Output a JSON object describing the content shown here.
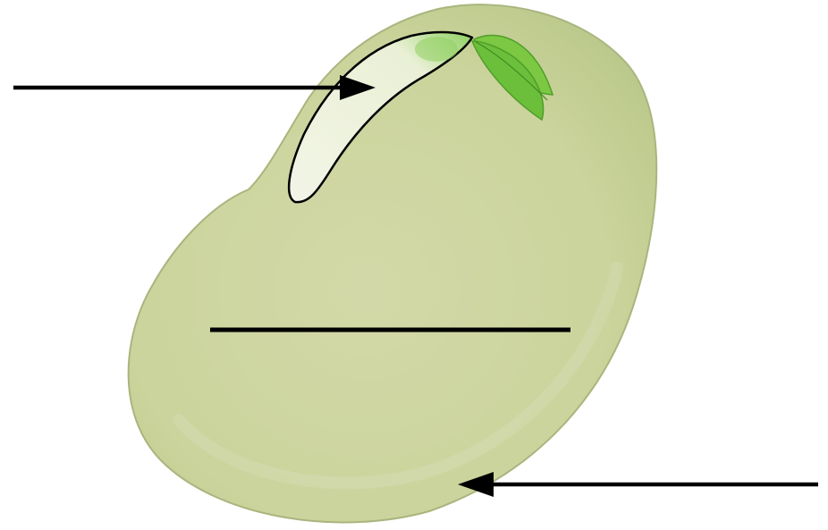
{
  "diagram": {
    "subject": "seed-cross-section",
    "labels": [
      {
        "id": "embryo-plumule-pointer",
        "text": ""
      },
      {
        "id": "cotyledon-pointer",
        "text": ""
      },
      {
        "id": "seed-coat-pointer",
        "text": ""
      }
    ],
    "colors": {
      "background": "#ffffff",
      "seed_fill": "#cdd6a2",
      "seed_edge": "#a9b57e",
      "radicle_fill": "#eef2df",
      "leaf_fill": "#7cc843",
      "leaf_dark": "#4f9e2a",
      "outline": "#000000"
    }
  }
}
